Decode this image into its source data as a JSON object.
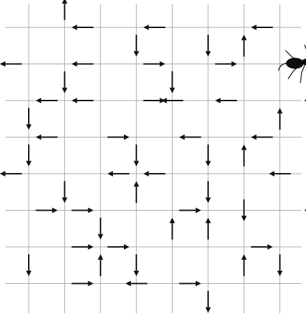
{
  "colors": {
    "background": "#ffffff",
    "grid": "#a8a8a8",
    "arrow": "#111111",
    "ant": "#0d0d0d"
  },
  "ant": {
    "icon": "ant-icon",
    "node": {
      "col": 7,
      "row": 1
    }
  },
  "grid": {
    "rows": 8,
    "cols": 8,
    "segments": {
      "h": [
        {
          "row": 0,
          "col": 1,
          "dir": "left"
        },
        {
          "row": 0,
          "col": 3,
          "dir": "left"
        },
        {
          "row": 0,
          "col": 6,
          "dir": "left"
        },
        {
          "row": 1,
          "col": -1,
          "dir": "left"
        },
        {
          "row": 1,
          "col": 1,
          "dir": "left"
        },
        {
          "row": 1,
          "col": 3,
          "dir": "right"
        },
        {
          "row": 1,
          "col": 5,
          "dir": "right"
        },
        {
          "row": 2,
          "col": 0,
          "dir": "left"
        },
        {
          "row": 2,
          "col": 1,
          "dir": "left"
        },
        {
          "row": 2,
          "col": 3,
          "dir": "right"
        },
        {
          "row": 2,
          "col": 3.5,
          "dir": "left"
        },
        {
          "row": 2,
          "col": 5,
          "dir": "left"
        },
        {
          "row": 2,
          "col": 7.5,
          "dir": "right"
        },
        {
          "row": 3,
          "col": 0,
          "dir": "left"
        },
        {
          "row": 3,
          "col": 2,
          "dir": "right"
        },
        {
          "row": 3,
          "col": 4,
          "dir": "left"
        },
        {
          "row": 3,
          "col": 6,
          "dir": "left"
        },
        {
          "row": 4,
          "col": -1,
          "dir": "left"
        },
        {
          "row": 4,
          "col": 2,
          "dir": "left"
        },
        {
          "row": 4,
          "col": 3,
          "dir": "left"
        },
        {
          "row": 4,
          "col": 6.5,
          "dir": "left"
        },
        {
          "row": 5,
          "col": 0,
          "dir": "right"
        },
        {
          "row": 5,
          "col": 1,
          "dir": "right"
        },
        {
          "row": 5,
          "col": 4,
          "dir": "right"
        },
        {
          "row": 5,
          "col": 7.5,
          "dir": "right"
        },
        {
          "row": 6,
          "col": 1,
          "dir": "right"
        },
        {
          "row": 6,
          "col": 2,
          "dir": "right"
        },
        {
          "row": 6,
          "col": 6,
          "dir": "right"
        },
        {
          "row": 7,
          "col": 1,
          "dir": "right"
        },
        {
          "row": 7,
          "col": 2.5,
          "dir": "left"
        },
        {
          "row": 7,
          "col": 4,
          "dir": "right"
        }
      ],
      "v": [
        {
          "col": 1,
          "row": -1,
          "dir": "up"
        },
        {
          "col": 3,
          "row": 0,
          "dir": "down"
        },
        {
          "col": 5,
          "row": 0,
          "dir": "down"
        },
        {
          "col": 6,
          "row": 0,
          "dir": "up"
        },
        {
          "col": 1,
          "row": 1,
          "dir": "down"
        },
        {
          "col": 4,
          "row": 1,
          "dir": "down"
        },
        {
          "col": 0,
          "row": 2,
          "dir": "down"
        },
        {
          "col": 0,
          "row": 3,
          "dir": "down"
        },
        {
          "col": 3,
          "row": 3,
          "dir": "down"
        },
        {
          "col": 5,
          "row": 3,
          "dir": "down"
        },
        {
          "col": 7,
          "row": 2,
          "dir": "up"
        },
        {
          "col": 1,
          "row": 4,
          "dir": "down"
        },
        {
          "col": 5,
          "row": 4,
          "dir": "down"
        },
        {
          "col": 6,
          "row": 3,
          "dir": "up"
        },
        {
          "col": 3,
          "row": 4,
          "dir": "up"
        },
        {
          "col": 6,
          "row": 4.5,
          "dir": "down"
        },
        {
          "col": 2,
          "row": 5,
          "dir": "down"
        },
        {
          "col": 4,
          "row": 5,
          "dir": "up"
        },
        {
          "col": 5,
          "row": 5,
          "dir": "up"
        },
        {
          "col": 0,
          "row": 6,
          "dir": "down"
        },
        {
          "col": 3,
          "row": 6,
          "dir": "down"
        },
        {
          "col": 7,
          "row": 6,
          "dir": "down"
        },
        {
          "col": 2,
          "row": 6,
          "dir": "up"
        },
        {
          "col": 6,
          "row": 6,
          "dir": "up"
        },
        {
          "col": 5,
          "row": 7,
          "dir": "down"
        }
      ]
    }
  }
}
